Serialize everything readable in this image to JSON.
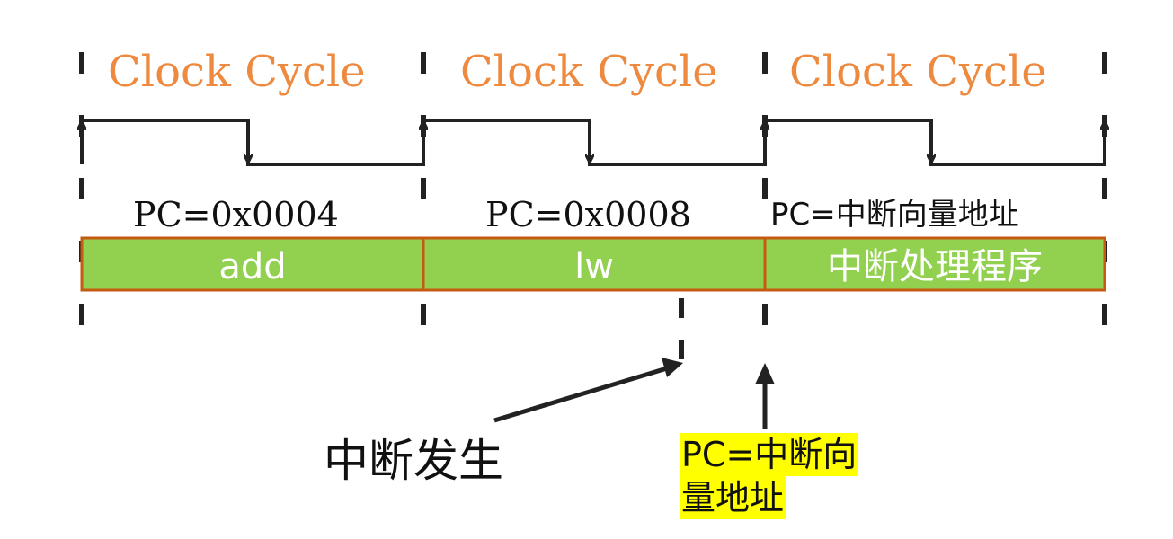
{
  "cycles": {
    "labels": [
      "Clock Cycle",
      "Clock Cycle",
      "Clock Cycle"
    ]
  },
  "pc_values": [
    "PC=0x0004",
    "PC=0x0008",
    "PC=中断向量地址"
  ],
  "instructions": [
    "add",
    "lw",
    "中断处理程序"
  ],
  "notes": {
    "interrupt_occurs": "中断发生",
    "pc_set_line1": "PC=中断向",
    "pc_set_line2": "量地址"
  },
  "colors": {
    "cycle_text": "#ED8A3F",
    "bar_fill": "#92D050",
    "bar_border": "#C55A11",
    "highlight": "#FFFF00",
    "lines": "#222222"
  }
}
